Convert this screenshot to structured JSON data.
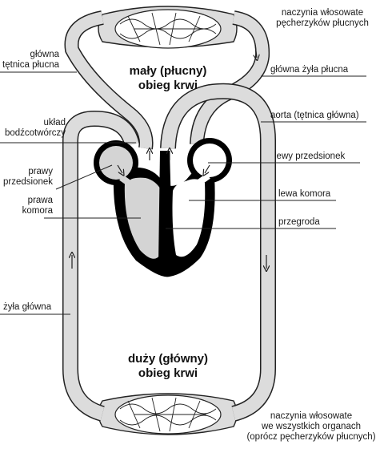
{
  "circulation": {
    "pulmonary": [
      "mały (płucny)",
      "obieg krwi"
    ],
    "systemic": [
      "duży (główny)",
      "obieg krwi"
    ]
  },
  "labels": {
    "lung_capillaries": [
      "naczynia włosowate",
      "pęcherzyków płucnych"
    ],
    "pulmonary_artery": [
      "główna",
      "tętnica płucna"
    ],
    "pulmonary_vein": "główna żyła płucna",
    "aorta": "aorta (tętnica główna)",
    "conduction_system": [
      "układ",
      "bodźcotwórczy"
    ],
    "left_atrium": "lewy przedsionek",
    "right_atrium": [
      "prawy",
      "przedsionek"
    ],
    "left_ventricle": "lewa komora",
    "right_ventricle": [
      "prawa",
      "komora"
    ],
    "septum": "przegroda",
    "vena_cava": "żyła główna",
    "body_capillaries": [
      "naczynia włosowate",
      "we wszystkich organach",
      "(oprócz pęcherzyków płucnych)"
    ]
  },
  "colors": {
    "vessel_fill": "#dcdcdc",
    "outline": "#222222",
    "heart_wall": "#000000",
    "chamber_fill": "#d4d4d4"
  }
}
